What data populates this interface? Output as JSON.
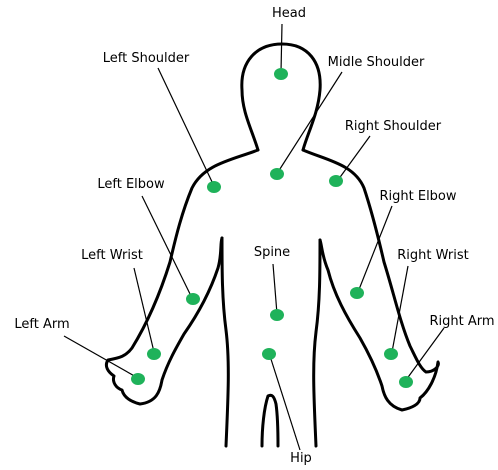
{
  "colors": {
    "outline": "#000000",
    "joint": "#1fb25a",
    "leader": "#000000",
    "background": "#ffffff"
  },
  "labels": {
    "head": "Head",
    "midle_shoulder": "Midle Shoulder",
    "left_shoulder": "Left Shoulder",
    "right_shoulder": "Right Shoulder",
    "left_elbow": "Left Elbow",
    "right_elbow": "Right Elbow",
    "left_wrist": "Left Wrist",
    "spine": "Spine",
    "right_wrist": "Right Wrist",
    "left_arm": "Left Arm",
    "right_arm": "Right Arm",
    "hip": "Hip"
  }
}
